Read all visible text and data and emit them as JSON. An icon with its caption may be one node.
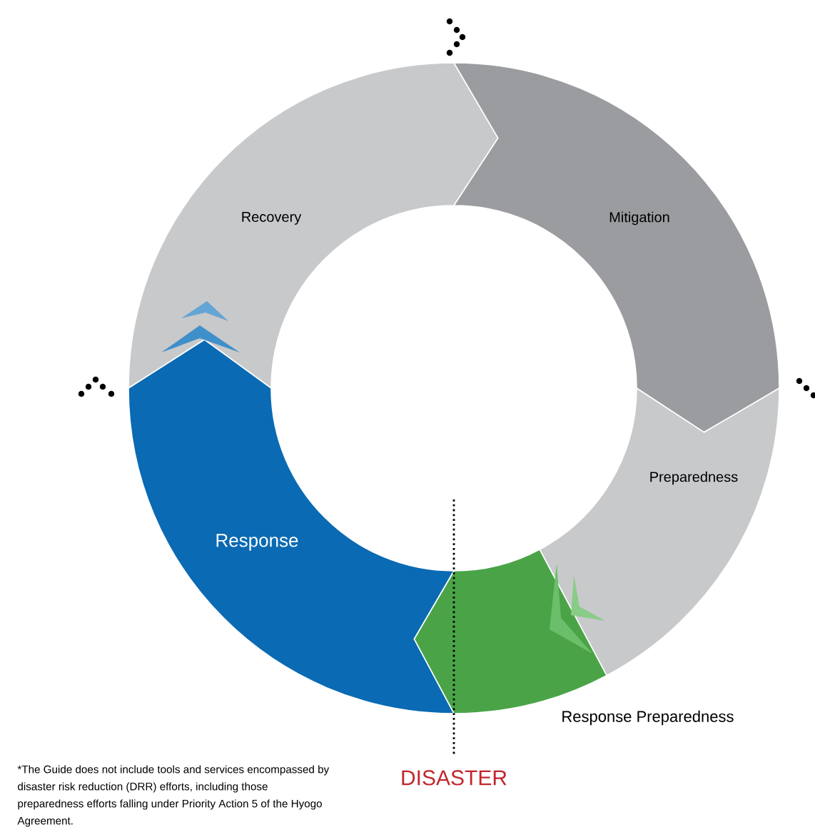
{
  "diagram": {
    "nodes": [
      {
        "text": [
          "Recovery"
        ]
      },
      {
        "text": [
          "Mitigation"
        ]
      },
      {
        "text": [
          "Preparedness"
        ]
      },
      {
        "text": [],
        "shape": "box",
        "beside": [
          "Response Preparedness"
        ]
      },
      {
        "text": [
          "Response"
        ]
      }
    ],
    "labels": [
      "*The Guide does not include tools and services encompassed by disaster risk reduction (DRR) efforts, including those preparedness efforts falling under Priority Action 5 of the Hyogo Agreement.",
      "DISASTER"
    ]
  }
}
